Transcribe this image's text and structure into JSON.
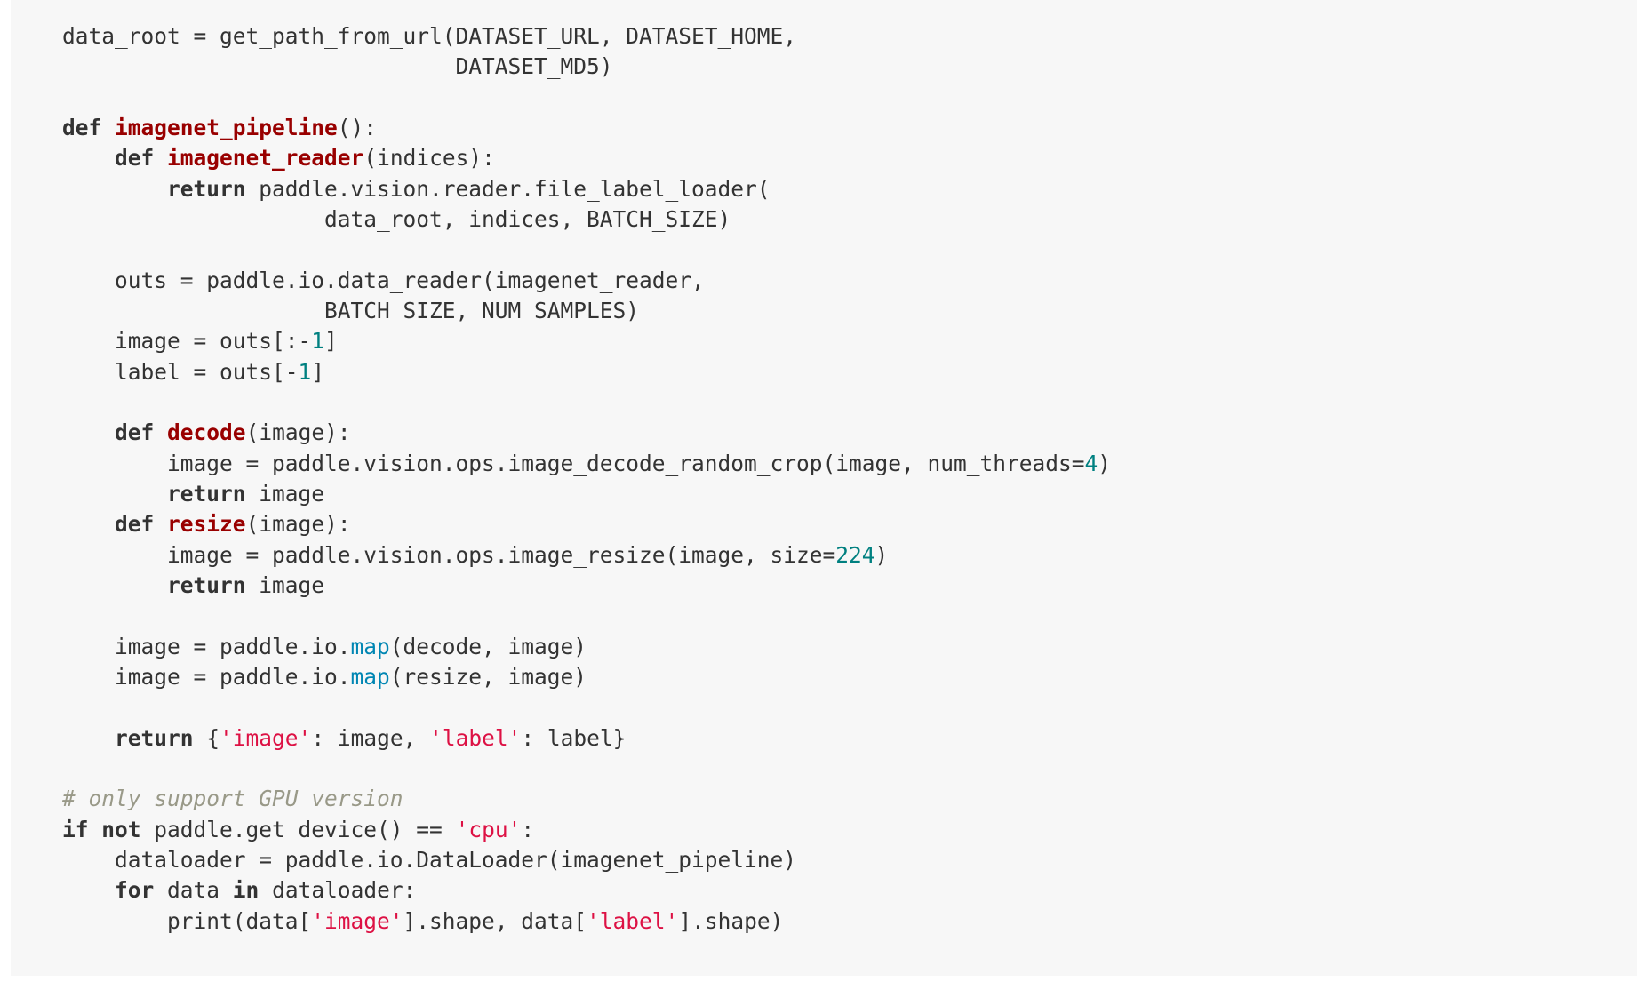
{
  "code": {
    "language": "python",
    "lines": [
      [
        {
          "t": "txt",
          "v": "data_root = get_path_from_url(DATASET_URL, DATASET_HOME,"
        }
      ],
      [
        {
          "t": "txt",
          "v": "                              DATASET_MD5)"
        }
      ],
      [],
      [
        {
          "t": "kw",
          "v": "def"
        },
        {
          "t": "txt",
          "v": " "
        },
        {
          "t": "fn",
          "v": "imagenet_pipeline"
        },
        {
          "t": "txt",
          "v": "():"
        }
      ],
      [
        {
          "t": "txt",
          "v": "    "
        },
        {
          "t": "kw",
          "v": "def"
        },
        {
          "t": "txt",
          "v": " "
        },
        {
          "t": "fn",
          "v": "imagenet_reader"
        },
        {
          "t": "txt",
          "v": "(indices):"
        }
      ],
      [
        {
          "t": "txt",
          "v": "        "
        },
        {
          "t": "kw",
          "v": "return"
        },
        {
          "t": "txt",
          "v": " paddle.vision.reader.file_label_loader("
        }
      ],
      [
        {
          "t": "txt",
          "v": "                    data_root, indices, BATCH_SIZE)"
        }
      ],
      [],
      [
        {
          "t": "txt",
          "v": "    outs = paddle.io.data_reader(imagenet_reader,"
        }
      ],
      [
        {
          "t": "txt",
          "v": "                    BATCH_SIZE, NUM_SAMPLES)"
        }
      ],
      [
        {
          "t": "txt",
          "v": "    image = outs[:-"
        },
        {
          "t": "num",
          "v": "1"
        },
        {
          "t": "txt",
          "v": "]"
        }
      ],
      [
        {
          "t": "txt",
          "v": "    label = outs[-"
        },
        {
          "t": "num",
          "v": "1"
        },
        {
          "t": "txt",
          "v": "]"
        }
      ],
      [],
      [
        {
          "t": "txt",
          "v": "    "
        },
        {
          "t": "kw",
          "v": "def"
        },
        {
          "t": "txt",
          "v": " "
        },
        {
          "t": "fn",
          "v": "decode"
        },
        {
          "t": "txt",
          "v": "(image):"
        }
      ],
      [
        {
          "t": "txt",
          "v": "        image = paddle.vision.ops.image_decode_random_crop(image, num_threads="
        },
        {
          "t": "num",
          "v": "4"
        },
        {
          "t": "txt",
          "v": ")"
        }
      ],
      [
        {
          "t": "txt",
          "v": "        "
        },
        {
          "t": "kw",
          "v": "return"
        },
        {
          "t": "txt",
          "v": " image"
        }
      ],
      [
        {
          "t": "txt",
          "v": "    "
        },
        {
          "t": "kw",
          "v": "def"
        },
        {
          "t": "txt",
          "v": " "
        },
        {
          "t": "fn",
          "v": "resize"
        },
        {
          "t": "txt",
          "v": "(image):"
        }
      ],
      [
        {
          "t": "txt",
          "v": "        image = paddle.vision.ops.image_resize(image, size="
        },
        {
          "t": "num",
          "v": "224"
        },
        {
          "t": "txt",
          "v": ")"
        }
      ],
      [
        {
          "t": "txt",
          "v": "        "
        },
        {
          "t": "kw",
          "v": "return"
        },
        {
          "t": "txt",
          "v": " image"
        }
      ],
      [],
      [
        {
          "t": "txt",
          "v": "    image = paddle.io."
        },
        {
          "t": "bi",
          "v": "map"
        },
        {
          "t": "txt",
          "v": "(decode, image)"
        }
      ],
      [
        {
          "t": "txt",
          "v": "    image = paddle.io."
        },
        {
          "t": "bi",
          "v": "map"
        },
        {
          "t": "txt",
          "v": "(resize, image)"
        }
      ],
      [],
      [
        {
          "t": "txt",
          "v": "    "
        },
        {
          "t": "kw",
          "v": "return"
        },
        {
          "t": "txt",
          "v": " {"
        },
        {
          "t": "str",
          "v": "'image'"
        },
        {
          "t": "txt",
          "v": ": image, "
        },
        {
          "t": "str",
          "v": "'label'"
        },
        {
          "t": "txt",
          "v": ": label}"
        }
      ],
      [],
      [
        {
          "t": "cm",
          "v": "# only support GPU version"
        }
      ],
      [
        {
          "t": "kw",
          "v": "if"
        },
        {
          "t": "txt",
          "v": " "
        },
        {
          "t": "kw",
          "v": "not"
        },
        {
          "t": "txt",
          "v": " paddle.get_device() == "
        },
        {
          "t": "str",
          "v": "'cpu'"
        },
        {
          "t": "txt",
          "v": ":"
        }
      ],
      [
        {
          "t": "txt",
          "v": "    dataloader = paddle.io.DataLoader(imagenet_pipeline)"
        }
      ],
      [
        {
          "t": "txt",
          "v": "    "
        },
        {
          "t": "kw",
          "v": "for"
        },
        {
          "t": "txt",
          "v": " data "
        },
        {
          "t": "kw",
          "v": "in"
        },
        {
          "t": "txt",
          "v": " dataloader:"
        }
      ],
      [
        {
          "t": "txt",
          "v": "        print(data["
        },
        {
          "t": "str",
          "v": "'image'"
        },
        {
          "t": "txt",
          "v": "].shape, data["
        },
        {
          "t": "str",
          "v": "'label'"
        },
        {
          "t": "txt",
          "v": "].shape)"
        }
      ]
    ]
  },
  "colors": {
    "background": "#f7f7f7",
    "text": "#333333",
    "keyword": "#333333",
    "function_name": "#990000",
    "number": "#008080",
    "string": "#dd1144",
    "builtin": "#0086b3",
    "comment": "#999988"
  }
}
